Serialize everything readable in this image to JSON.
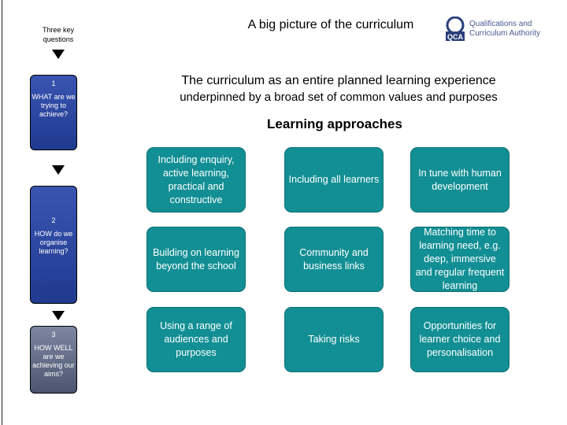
{
  "title": "A big picture of the curriculum",
  "logo": {
    "text_line1": "Qualifications and",
    "text_line2": "Curriculum Authority",
    "badge": "QCA"
  },
  "key_questions_label": "Three key questions",
  "questions": [
    {
      "num": "1",
      "text": "WHAT are we trying to achieve?"
    },
    {
      "num": "2",
      "text": "HOW do we organise learning?"
    },
    {
      "num": "3",
      "text": "HOW WELL are we achieving our aims?"
    }
  ],
  "subtitle": "The curriculum as an entire planned learning experience",
  "subtitle2": "underpinned by a broad set of common values and purposes",
  "section_heading": "Learning approaches",
  "approaches": [
    "Including enquiry, active learning, practical and constructive",
    "Including all learners",
    "In tune with human development",
    "Building on learning beyond the school",
    "Community and business links",
    "Matching time to learning need, e.g. deep, immersive and regular frequent learning",
    "Using a range of audiences and purposes",
    "Taking risks",
    "Opportunities for learner choice and personalisation"
  ],
  "colors": {
    "box_teal": "#128f94",
    "question_blue": "#1f3a8f",
    "question_gray": "#4c5670"
  }
}
